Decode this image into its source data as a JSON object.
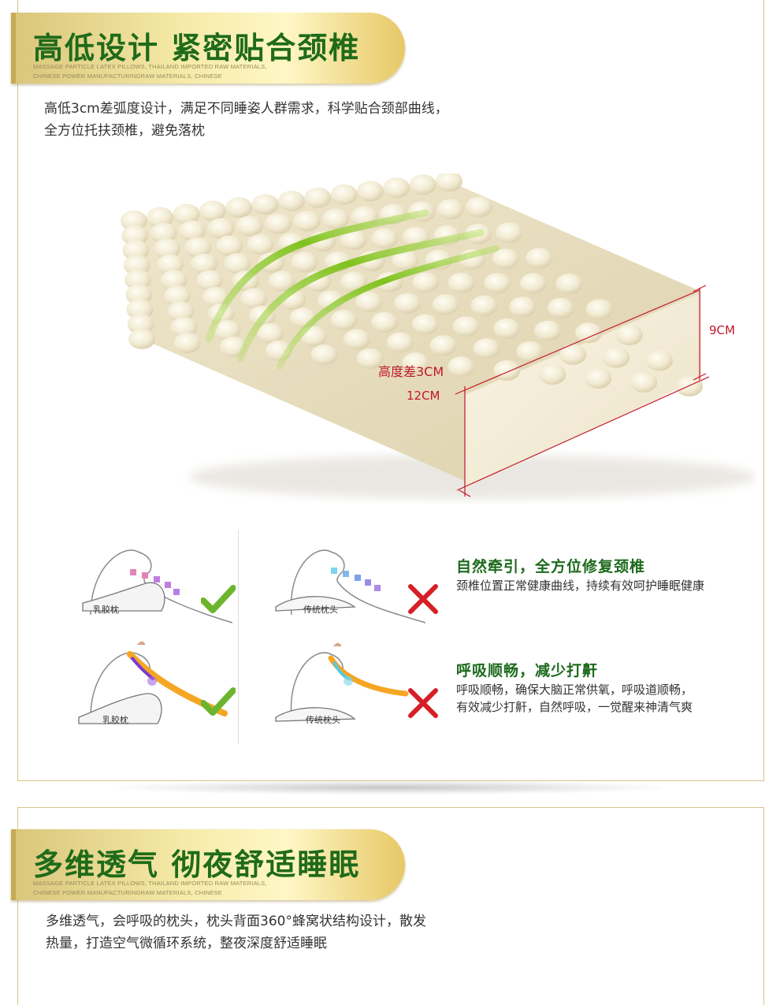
{
  "section1": {
    "title": "高低设计 紧密贴合颈椎",
    "subtitle_line1": "MASSAGE PARTICLE LATEX PILLOWS, THAILAND IMPORTED RAW MATERIALS,",
    "subtitle_line2": "CHINESE POWER MANUFACTURINGRAW MATERIALS, CHINESE",
    "desc_line1": "高低3cm差弧度设计，满足不同睡姿人群需求，科学贴合颈部曲线，",
    "desc_line2": "全方位托扶颈椎，避免落枕",
    "dim_height_diff": "高度差3CM",
    "dim_12": "12CM",
    "dim_9": "9CM",
    "labels": {
      "latex_pillow": "乳胶枕",
      "traditional_pillow": "传统枕头"
    },
    "features": [
      {
        "title": "自然牵引，全方位修复颈椎",
        "desc_line1": "颈椎位置正常健康曲线，持续有效呵护睡眠健康",
        "desc_line2": ""
      },
      {
        "title": "呼吸顺畅，减少打鼾",
        "desc_line1": "呼吸顺畅，确保大脑正常供氧，呼吸道顺畅，",
        "desc_line2": "有效减少打鼾，自然呼吸，一觉醒来神清气爽"
      }
    ]
  },
  "section2": {
    "title": "多维透气 彻夜舒适睡眠",
    "subtitle_line1": "MASSAGE PARTICLE LATEX PILLOWS, THAILAND IMPORTED RAW MATERIALS,",
    "subtitle_line2": "CHINESE POWER MANUFACTURINGRAW MATERIALS, CHINESE",
    "desc_line1": "多维透气，会呼吸的枕头，枕头背面360°蜂窝状结构设计，散发",
    "desc_line2": "热量，打造空气微循环系统，整夜深度舒适睡眠"
  },
  "colors": {
    "title_green": "#1f6b1a",
    "banner_gold": "#f0e08e",
    "dim_red": "#c0182b",
    "check_green": "#6cb52d",
    "cross_red": "#d61f26"
  }
}
